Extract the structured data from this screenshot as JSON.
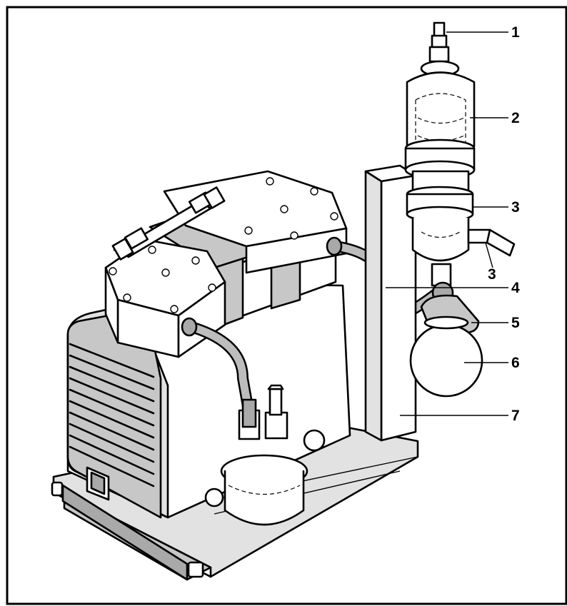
{
  "callouts": [
    {
      "id": "inlet-nozzle",
      "label": "1"
    },
    {
      "id": "condenser",
      "label": "2"
    },
    {
      "id": "clamp",
      "label": "3"
    },
    {
      "id": "side-port",
      "label": "3"
    },
    {
      "id": "hose",
      "label": "4"
    },
    {
      "id": "flask-clamp",
      "label": "5"
    },
    {
      "id": "round-flask",
      "label": "6"
    },
    {
      "id": "support-rod",
      "label": "7"
    }
  ],
  "colors": {
    "frame": "#000000",
    "fill_light": "#e2e2e2",
    "fill_mid": "#c7c7c7",
    "fill_dark": "#a9a9a9",
    "background": "#ffffff"
  }
}
